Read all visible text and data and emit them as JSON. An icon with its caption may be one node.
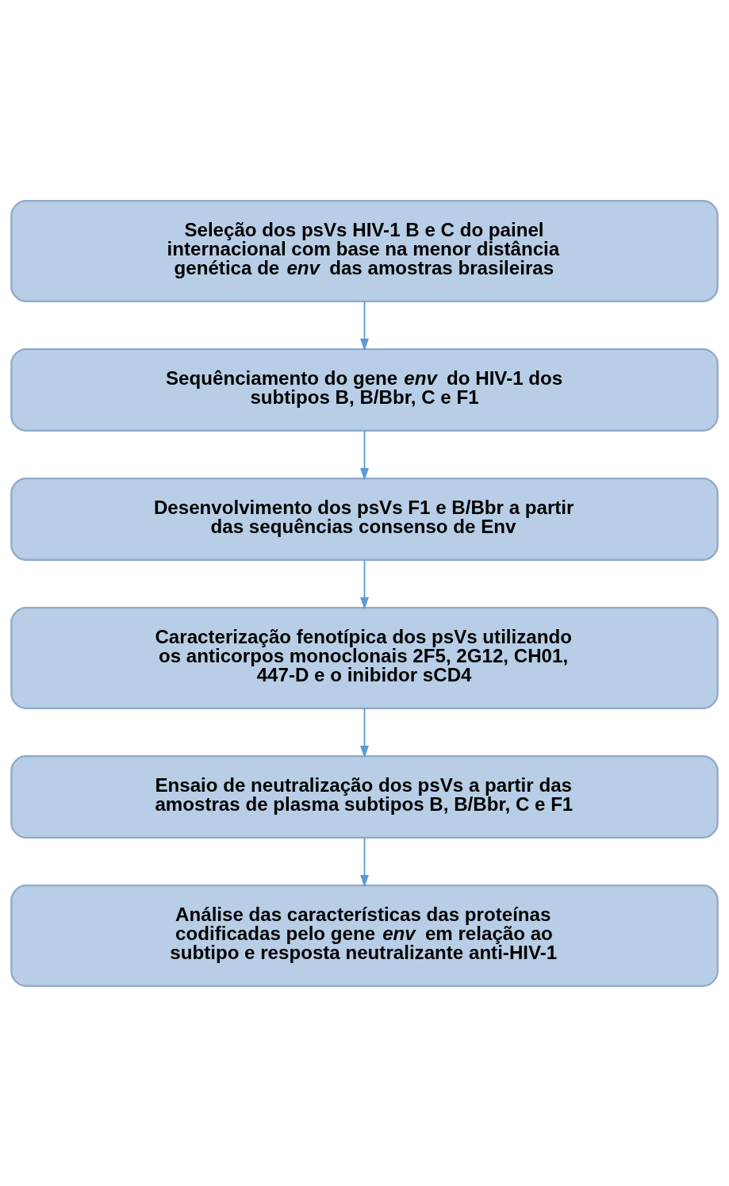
{
  "diagram": {
    "nodes": [
      {
        "text": [
          "Seleção dos psVs HIV-1 B e C do painel internacional com base na menor distância genética de *env* das amostras brasileiras"
        ]
      },
      {
        "text": [
          "Sequênciamento do gene *env* do HIV-1 dos subtipos B, B/Bbr, C e F1"
        ]
      },
      {
        "text": [
          "Desenvolvimento dos psVs F1 e B/Bbr a partir das sequências consenso de Env"
        ]
      },
      {
        "text": [
          "Caracterização fenotípica dos psVs utilizando os anticorpos monoclonais 2F5, 2G12, CH01, 447-D e o inibidor sCD4"
        ]
      },
      {
        "text": [
          "Ensaio de neutralização dos psVs a partir das amostras de plasma subtipos B, B/Bbr, C e F1"
        ]
      },
      {
        "text": [
          "Análise das características das proteínas codificadas pelo gene *env* em relação ao subtipo e resposta neutralizante anti-HIV-1"
        ]
      }
    ],
    "edges": [
      {
        "from": 0,
        "to": 1,
        "arrow": "to"
      },
      {
        "from": 1,
        "to": 2,
        "arrow": "to"
      },
      {
        "from": 2,
        "to": 3,
        "arrow": "to"
      },
      {
        "from": 3,
        "to": 4,
        "arrow": "to"
      },
      {
        "from": 4,
        "to": 5,
        "arrow": "to"
      }
    ]
  }
}
